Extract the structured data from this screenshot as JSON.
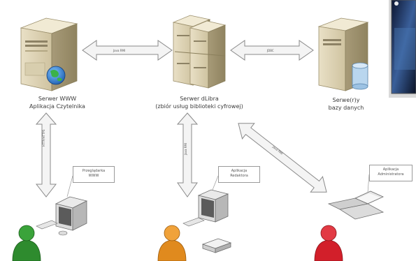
{
  "nodes": {
    "www_server": {
      "line1": "Serwer WWW",
      "line2": "Aplikacja Czytelnika"
    },
    "dlibra_server": {
      "line1": "Serwer dLibra",
      "line2": "(zbiór usług biblioteki cyfrowej)"
    },
    "db_servers": {
      "line1": "Serwe(r)y",
      "line2": "bazy danych"
    }
  },
  "callouts": {
    "browser": {
      "line1": "Przeglądarka",
      "line2": "WWW"
    },
    "editor": {
      "line1": "Aplikacja",
      "line2": "Redaktora"
    },
    "admin": {
      "line1": "Aplikacja",
      "line2": "Administratora"
    }
  },
  "arrows": {
    "www_dlibra": "Java RMI",
    "dlibra_db": "JDBC",
    "browser_www": "HTTP/HTTPS",
    "editor_dlibra": "Java RMI",
    "admin_dlibra": "Java RMI"
  },
  "colors": {
    "user_reader": "#2e8b2e",
    "user_editor": "#e08a1e",
    "user_admin": "#d21f2a",
    "arrow_fill": "#f4f4f4",
    "arrow_stroke": "#8a8a8a"
  }
}
